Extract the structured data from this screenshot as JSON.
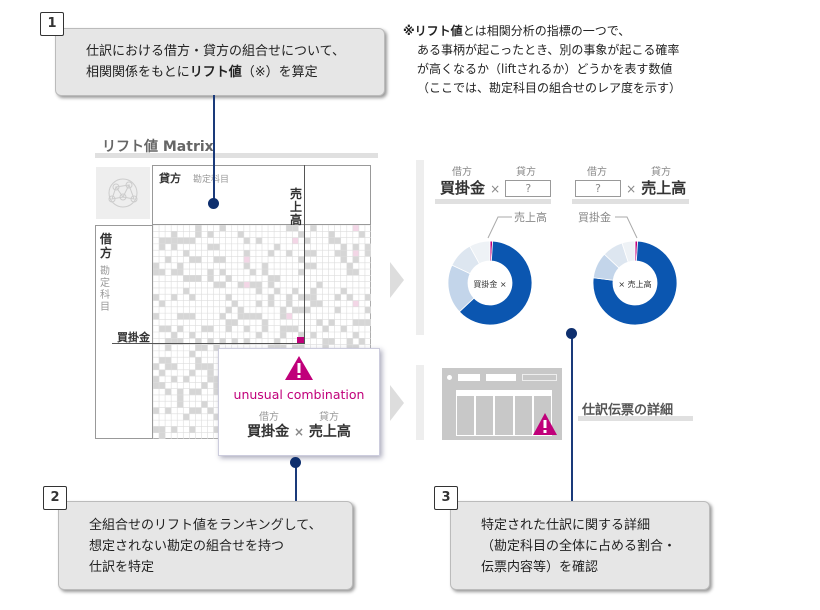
{
  "step1": {
    "number": "1",
    "line1": "仕訳における借方・貸方の組合せについて、",
    "line2_pre": "相関関係をもとに",
    "line2_bold": "リフト値",
    "line2_post": "（※）を算定"
  },
  "note": {
    "mark": "※",
    "bold": "リフト値",
    "line1_rest": "とは相関分析の指標の一つで、",
    "line2": "ある事柄が起こったとき、別の事象が起こる確率",
    "line3": "が高くなるか（liftされるか）どうかを表す数値",
    "line4": "（ここでは、勘定科目の組合せのレア度を示す）"
  },
  "matrix": {
    "title": "リフト値 Matrix",
    "credit_label": "貸方",
    "account_label": "勘定科目",
    "debit_label": "借方",
    "debit_account_label": "勘定科目",
    "col_highlight": "売上高",
    "row_highlight": "買掛金"
  },
  "popup": {
    "message": "unusual combination",
    "debit_label": "借方",
    "credit_label": "貸方",
    "debit": "買掛金",
    "times": "×",
    "credit": "売上高"
  },
  "donut1": {
    "debit_label": "借方",
    "credit_label": "貸方",
    "debit": "買掛金",
    "times": "×",
    "question": "?",
    "callout": "売上高",
    "center": "買掛金 ×",
    "slices": [
      1,
      62,
      19,
      10,
      8
    ]
  },
  "donut2": {
    "debit_label": "借方",
    "credit_label": "貸方",
    "question": "?",
    "times": "×",
    "credit": "売上高",
    "callout": "買掛金",
    "center": "× 売上高",
    "slices": [
      1,
      76,
      10,
      8,
      5
    ]
  },
  "voucher": {
    "title": "仕訳伝票の詳細"
  },
  "step2": {
    "number": "2",
    "line1": "全組合せのリフト値をランキングして、",
    "line2": "想定されない勘定の組合せを持つ",
    "line3": "仕訳を特定"
  },
  "step3": {
    "number": "3",
    "line1": "特定された仕訳に関する詳細",
    "line2": "（勘定科目の全体に占める割合・",
    "line3": "伝票内容等）を確認"
  },
  "colors": {
    "accent": "#c0007a",
    "blue": "#0b56b0",
    "navy": "#0e2f6e"
  }
}
